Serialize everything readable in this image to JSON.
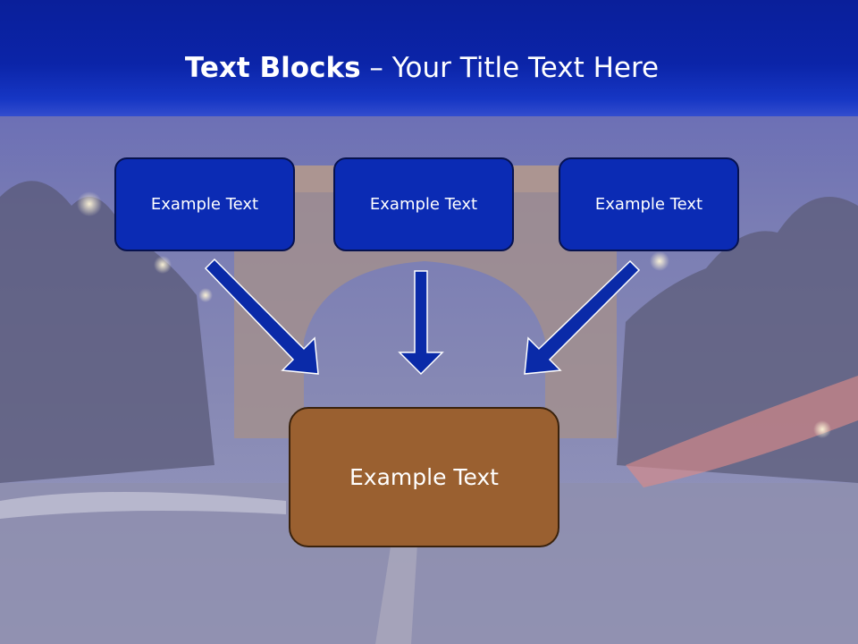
{
  "slide": {
    "title_bold": "Text Blocks",
    "title_rest": " – Your Title Text Here"
  },
  "diagram": {
    "top_blocks": [
      "Example Text",
      "Example Text",
      "Example Text"
    ],
    "bottom_block": "Example Text"
  },
  "colors": {
    "header": "#0b24a8",
    "top_block_fill": "#0b2bb4",
    "top_block_border": "#07124f",
    "bottom_block_fill": "#9a6030",
    "arrow": "#0a2aa8"
  }
}
